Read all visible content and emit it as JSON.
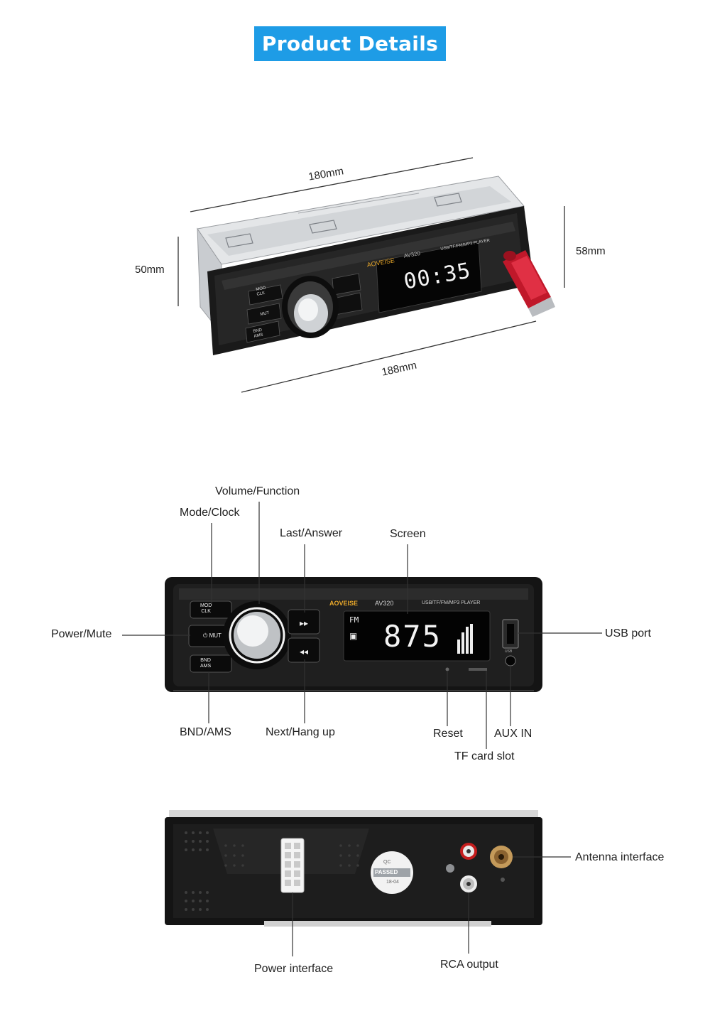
{
  "banner": {
    "title": "Product Details"
  },
  "dimensions": {
    "top_width": "180mm",
    "bottom_width": "188mm",
    "left_height": "50mm",
    "right_height": "58mm"
  },
  "radio": {
    "brand": "AOVEISE",
    "model": "AV320",
    "tagline": "USB/TF/FM/MP3 PLAYER",
    "clock_display": "00:35",
    "freq_display": "875",
    "band_display": "FM",
    "buttons": {
      "mod_top": "MOD",
      "mod_bottom": "CLK",
      "mut": "MUT",
      "bnd_top": "BND",
      "bnd_bottom": "AMS"
    },
    "usb_label": "USB"
  },
  "front_labels": {
    "volume_function": "Volume/Function",
    "mode_clock": "Mode/Clock",
    "last_answer": "Last/Answer",
    "screen": "Screen",
    "power_mute": "Power/Mute",
    "usb_port": "USB port",
    "bnd_ams": "BND/AMS",
    "next_hang_up": "Next/Hang up",
    "reset": "Reset",
    "aux_in": "AUX IN",
    "tf_card_slot": "TF card slot"
  },
  "rear_labels": {
    "antenna_interface": "Antenna interface",
    "power_interface": "Power interface",
    "rca_output": "RCA output",
    "sticker_top": "QC",
    "sticker_mid": "PASSED",
    "sticker_bottom": "18-04"
  },
  "colors": {
    "banner": "#1e9ce6",
    "accent_orange": "#e8a72a",
    "usb_stick_red": "#c0182a",
    "panel_black": "#141414"
  }
}
